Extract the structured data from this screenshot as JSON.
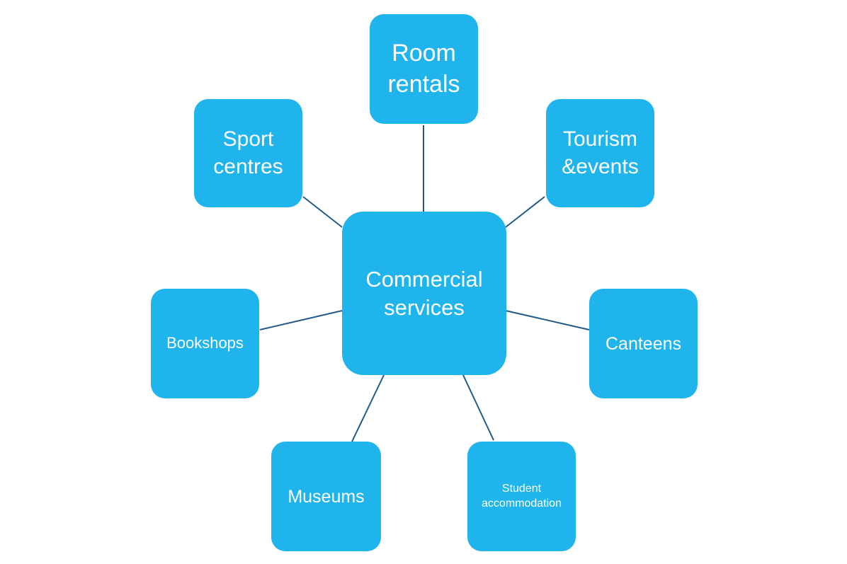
{
  "diagram": {
    "center": {
      "label": "Commercial\nservices"
    },
    "nodes": {
      "room_rentals": "Room\nrentals",
      "sport_centres": "Sport\ncentres",
      "tourism_events": "Tourism\n&events",
      "bookshops": "Bookshops",
      "canteens": "Canteens",
      "museums": "Museums",
      "student_accommodation": "Student\naccommodation"
    },
    "colors": {
      "node_fill": "#1fb5ec",
      "node_text": "#ffffff",
      "connector": "#1f5a8a"
    }
  }
}
